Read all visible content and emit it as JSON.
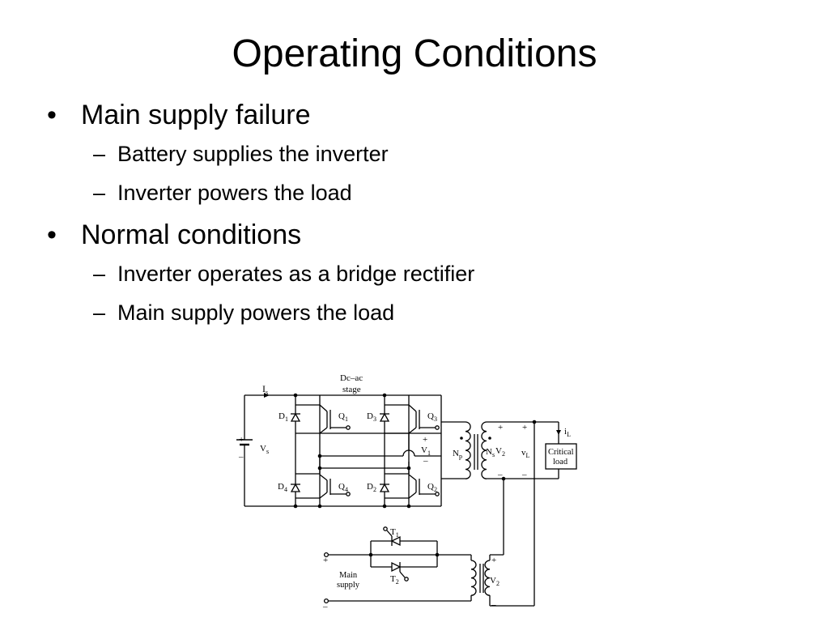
{
  "slide": {
    "title": "Operating Conditions",
    "bullets": [
      {
        "text": "Main supply failure",
        "subitems": [
          "Battery supplies the inverter",
          "Inverter powers the load"
        ]
      },
      {
        "text": "Normal conditions",
        "subitems": [
          "Inverter operates as a bridge rectifier",
          "Main supply powers the load"
        ]
      }
    ],
    "bullet_mark": "•",
    "sub_mark": "–"
  },
  "circuit": {
    "stage_label_1": "Dc–ac",
    "stage_label_2": "stage",
    "current_source": "I",
    "current_source_sub": "s",
    "battery": "V",
    "battery_sub": "s",
    "plus": "+",
    "minus": "–",
    "d1": "D",
    "d1_sub": "1",
    "d2": "D",
    "d2_sub": "2",
    "d3": "D",
    "d3_sub": "3",
    "d4": "D",
    "d4_sub": "4",
    "q1": "Q",
    "q1_sub": "1",
    "q2": "Q",
    "q2_sub": "2",
    "q3": "Q",
    "q3_sub": "3",
    "q4": "Q",
    "q4_sub": "4",
    "v1": "V",
    "v1_sub": "1",
    "np": "N",
    "np_sub": "p",
    "ns": "N",
    "ns_sub": "s",
    "v2": "V",
    "v2_sub": "2",
    "vl": "v",
    "vl_sub": "L",
    "il": "i",
    "il_sub": "L",
    "load_line1": "Critical",
    "load_line2": "load",
    "t1": "T",
    "t1_sub": "1",
    "t2": "T",
    "t2_sub": "2",
    "main_supply_1": "Main",
    "main_supply_2": "supply",
    "v2b": "V",
    "v2b_sub": "2"
  }
}
